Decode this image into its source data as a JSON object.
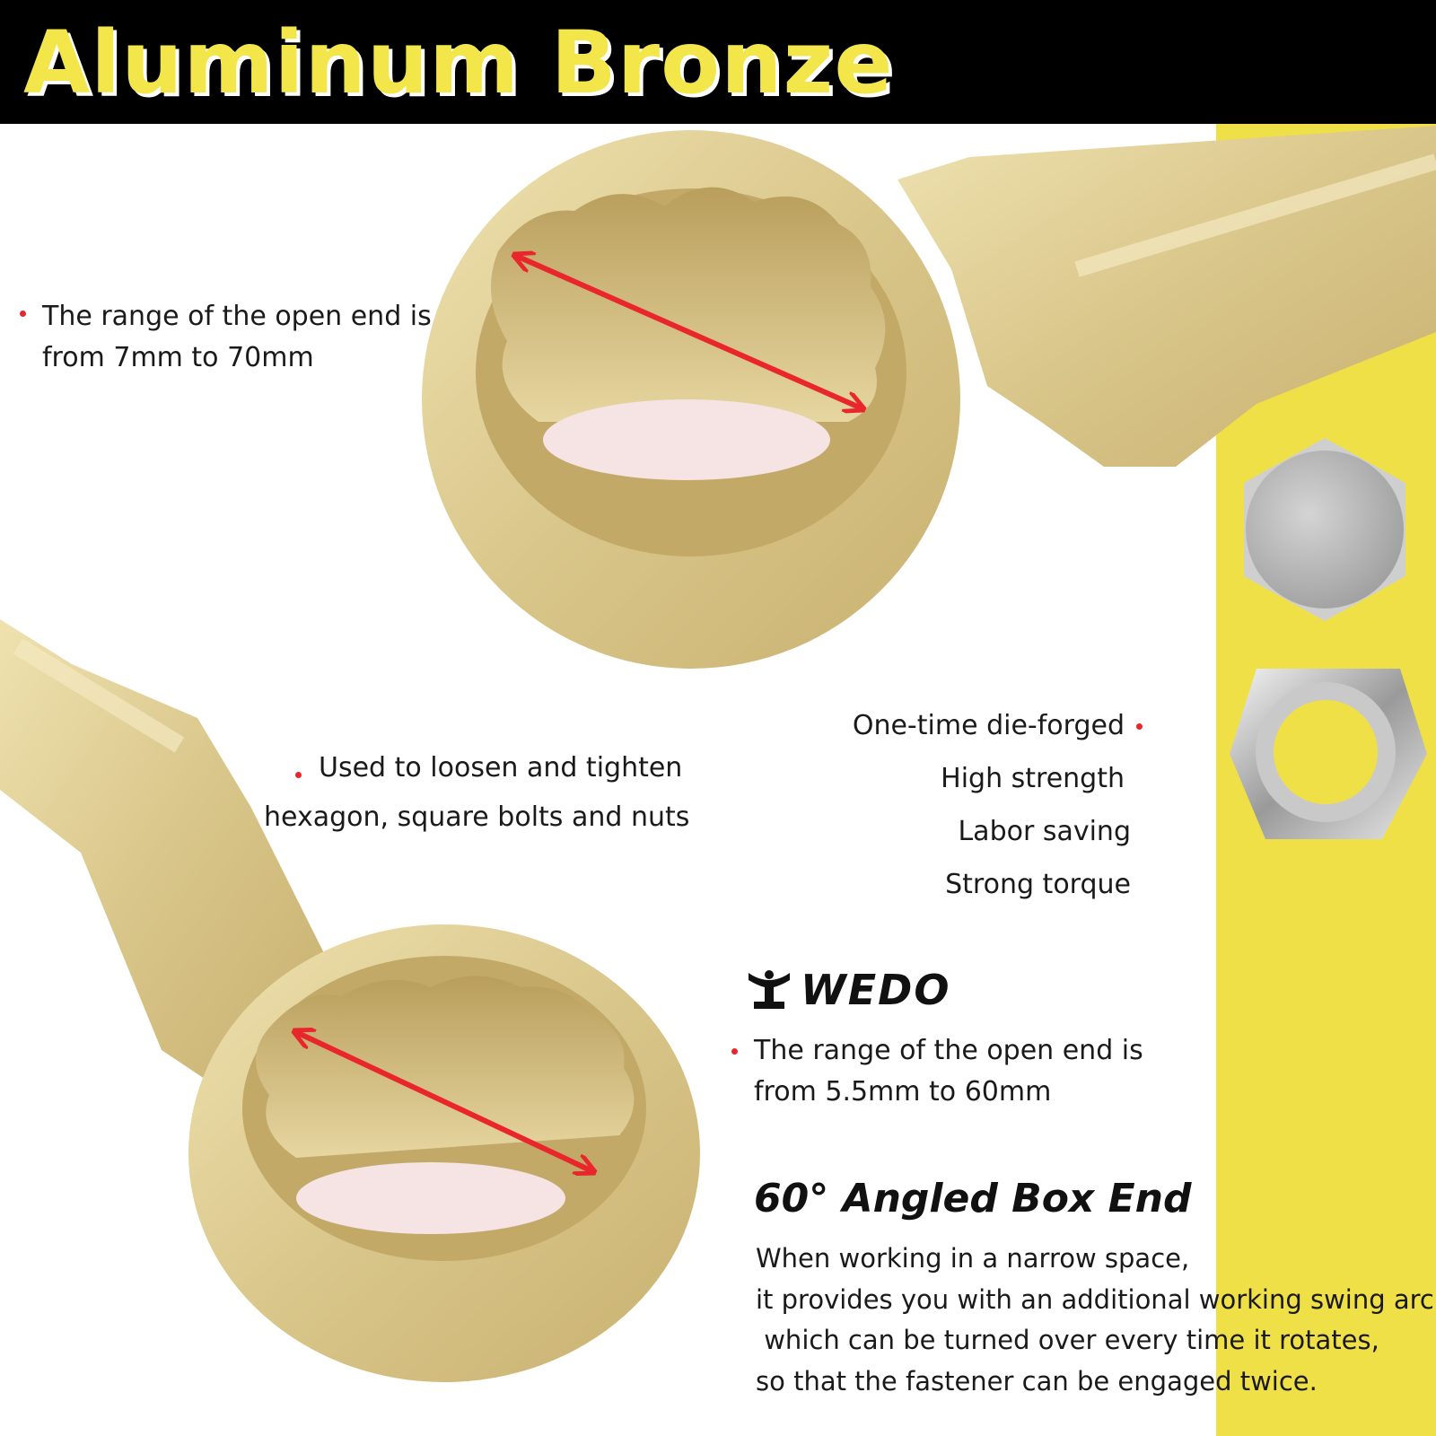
{
  "header": {
    "title": "Aluminum Bronze"
  },
  "colors": {
    "title_yellow": "#f2e64a",
    "header_black": "#000000",
    "side_yellow": "#f0e047",
    "bronze": "#d9c88a",
    "arrow_red": "#e8262b"
  },
  "features": {
    "top_range": {
      "line1": "The range of the open end is",
      "line2": "from 7mm to 70mm"
    },
    "usage": {
      "line1": "Used to loosen and tighten",
      "line2": "hexagon, square bolts and nuts"
    },
    "benefits": [
      "One-time die-forged",
      "High strength",
      "Labor saving",
      "Strong torque"
    ],
    "bottom_range": {
      "line1": "The range of the open end is",
      "line2": "from 5.5mm to 60mm"
    }
  },
  "brand": {
    "name": "WEDO",
    "icon": "wedo-logo-icon"
  },
  "angled": {
    "heading": "60° Angled Box End",
    "lines": [
      "When working in a narrow space,",
      "it provides you with an additional working swing arc,",
      " which can be turned over every time it rotates,",
      "so that the fastener can be engaged twice."
    ]
  },
  "icons": [
    "hex-bolt-head-icon",
    "hex-nut-icon",
    "box-wrench-top-image",
    "box-wrench-bottom-image",
    "measurement-arrow-icon"
  ]
}
